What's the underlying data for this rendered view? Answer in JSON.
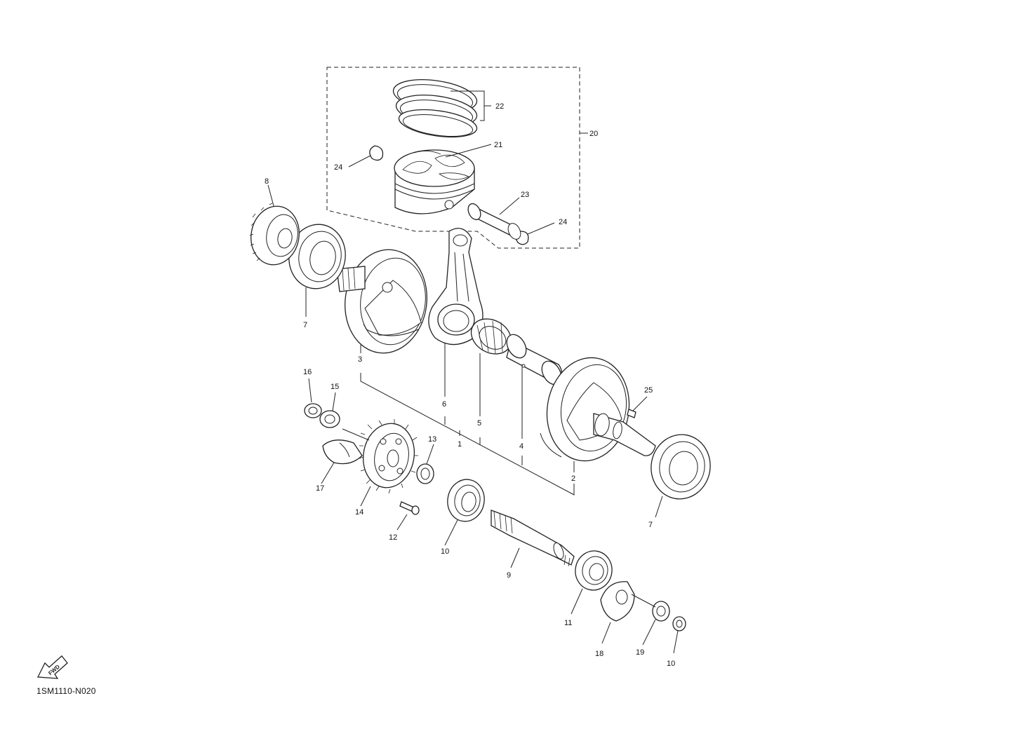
{
  "drawing_code": "1SM1110-N020",
  "fwd_badge": "FWD",
  "callouts": [
    "1",
    "2",
    "3",
    "4",
    "5",
    "6",
    "7",
    "7",
    "8",
    "9",
    "10",
    "10",
    "11",
    "12",
    "13",
    "14",
    "15",
    "16",
    "17",
    "18",
    "19",
    "20",
    "21",
    "22",
    "23",
    "24",
    "24",
    "25"
  ],
  "colors": {
    "line": "#222222",
    "background": "#ffffff"
  }
}
